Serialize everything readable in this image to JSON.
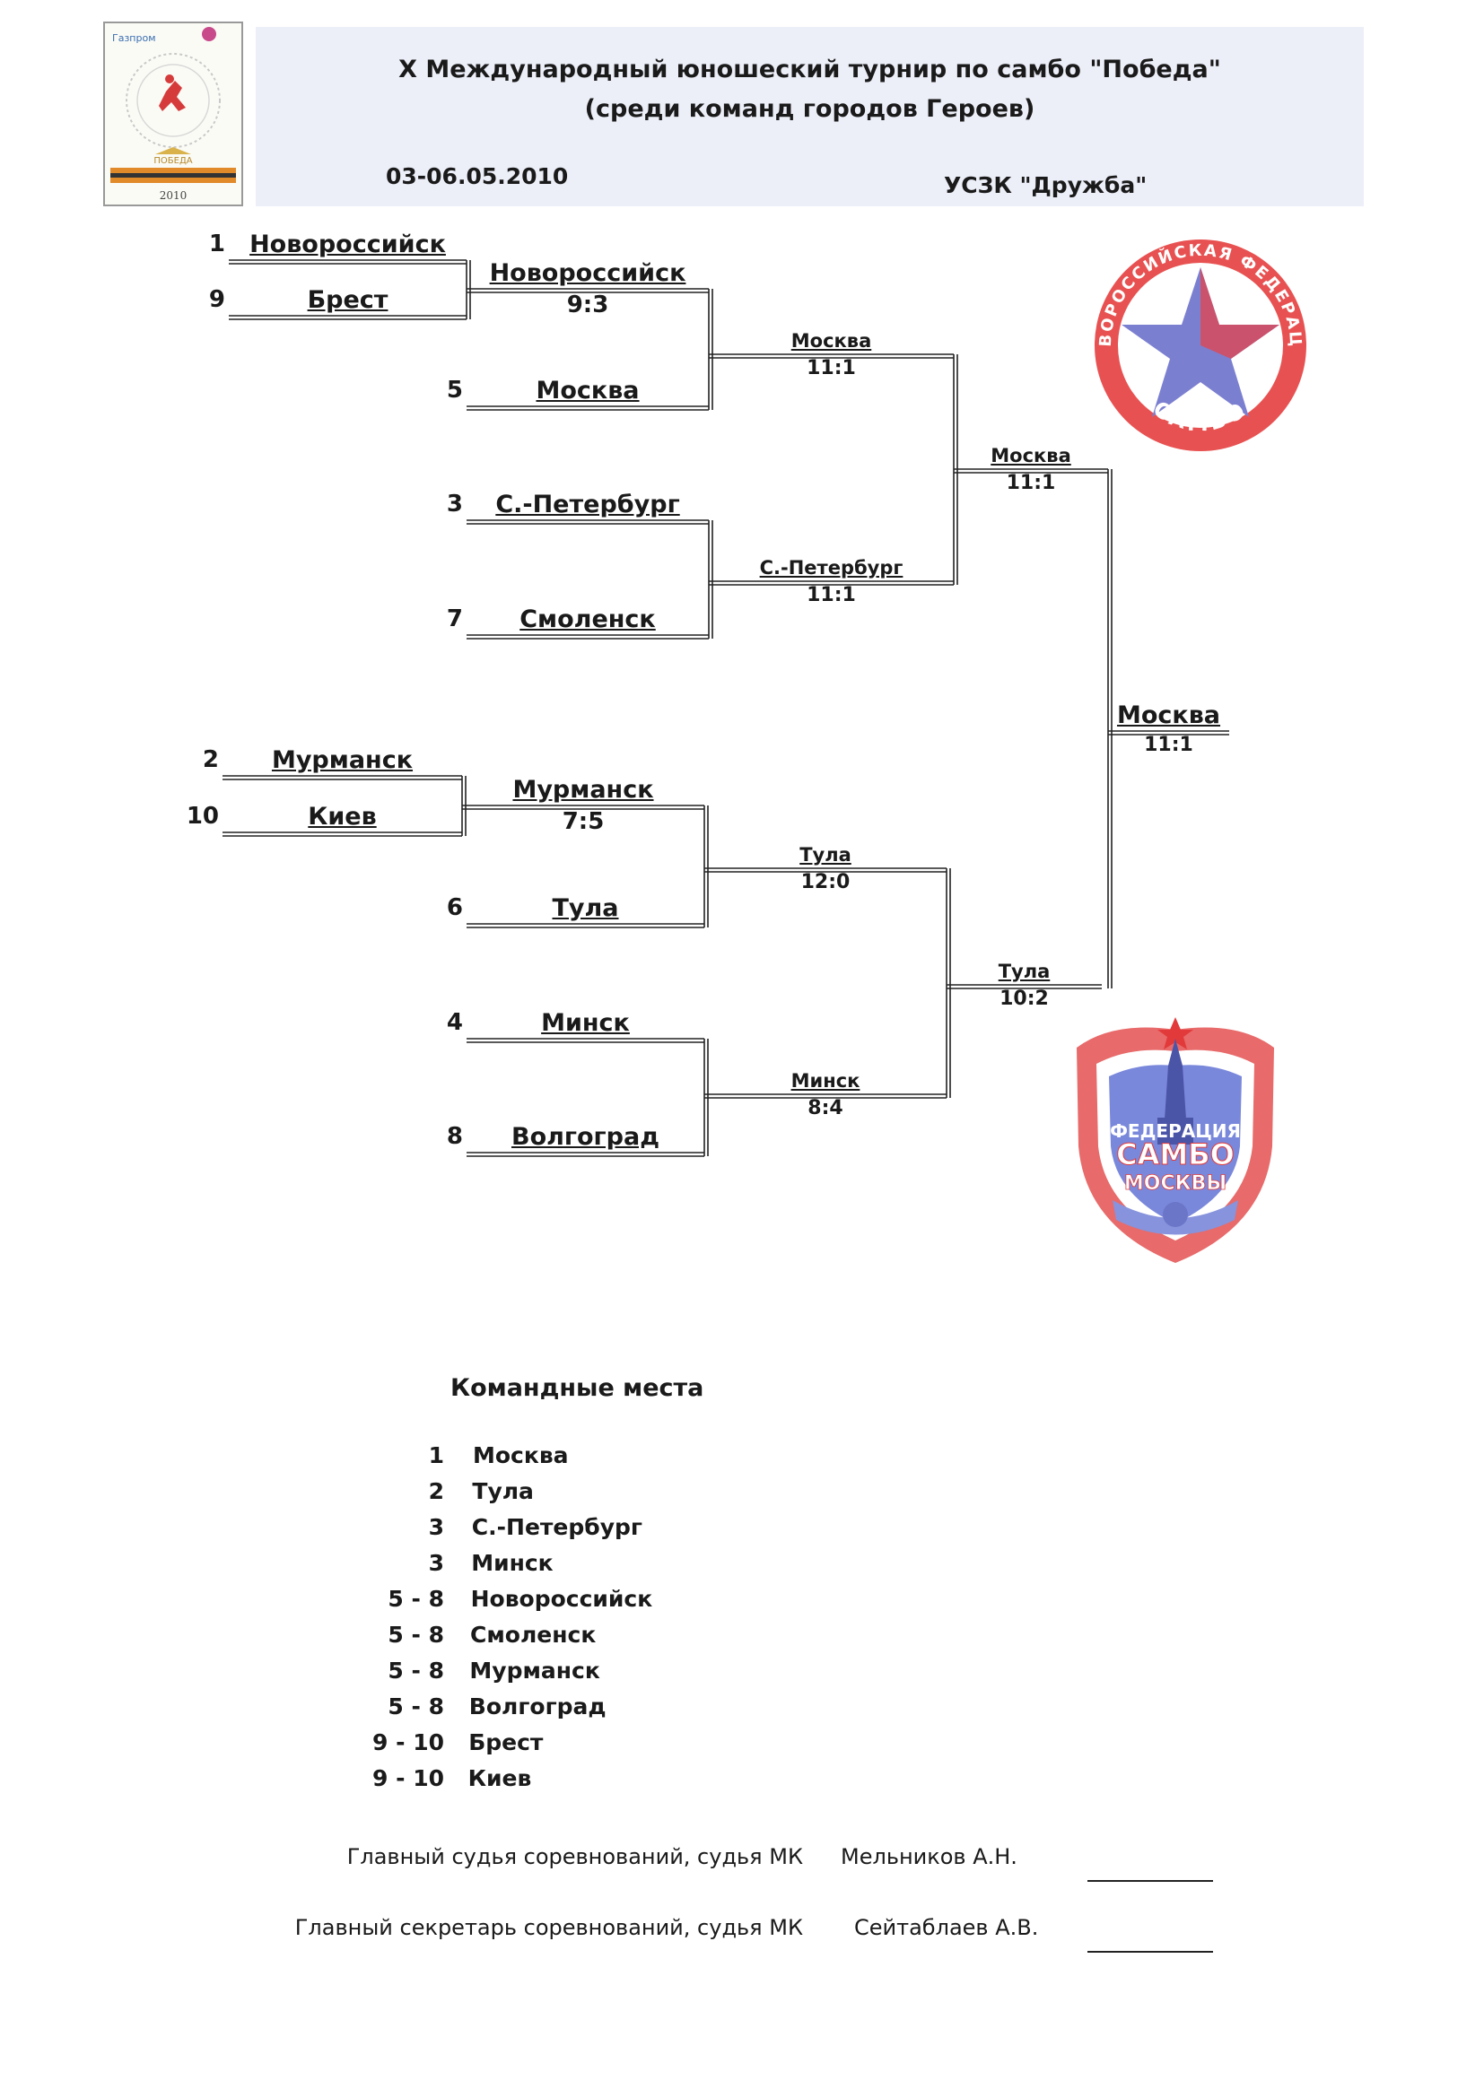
{
  "header": {
    "title_line1": "X Международный юношеский турнир по самбо \"Победа\"",
    "title_line2": "(среди команд городов Героев)",
    "dates": "03-06.05.2010",
    "venue": "УСЗК \"Дружба\""
  },
  "logo_left": {
    "icon": "victory-tournament-logo-icon",
    "top_text": "Газпром",
    "banner_text": "ПОБЕДА",
    "year": "2010"
  },
  "logo_top_right": {
    "icon": "novorossiysk-sambo-star-logo-icon",
    "ring_text": "НОВОРОССИЙСКАЯ ФЕДЕРАЦИЯ",
    "bottom_text": "САМБО",
    "star_color": "#7f7fcf",
    "ring_color": "#e04b4b"
  },
  "logo_bottom_right": {
    "icon": "moscow-sambo-federation-shield-icon",
    "line1": "ФЕДЕРАЦИЯ",
    "line2": "САМБО",
    "line3": "МОСКВЫ",
    "outer_color": "#e86a6a",
    "inner_color": "#6f7fd6"
  },
  "bracket": {
    "entries": [
      {
        "seed": "1",
        "team": "Новороссийск"
      },
      {
        "seed": "9",
        "team": "Брест"
      },
      {
        "seed": "5",
        "team": "Москва"
      },
      {
        "seed": "3",
        "team": "С.-Петербург"
      },
      {
        "seed": "7",
        "team": "Смоленск"
      },
      {
        "seed": "2",
        "team": "Мурманск"
      },
      {
        "seed": "10",
        "team": "Киев"
      },
      {
        "seed": "6",
        "team": "Тула"
      },
      {
        "seed": "4",
        "team": "Минск"
      },
      {
        "seed": "8",
        "team": "Волгоград"
      }
    ],
    "matches": [
      {
        "winner": "Новороссийск",
        "score": "9:3"
      },
      {
        "winner": "Москва",
        "score": "11:1"
      },
      {
        "winner": "С.-Петербург",
        "score": "11:1"
      },
      {
        "winner": "Москва",
        "score": "11:1"
      },
      {
        "winner": "Мурманск",
        "score": "7:5"
      },
      {
        "winner": "Тула",
        "score": "12:0"
      },
      {
        "winner": "Минск",
        "score": "8:4"
      },
      {
        "winner": "Тула",
        "score": "10:2"
      },
      {
        "winner": "Москва",
        "score": "11:1"
      }
    ]
  },
  "places": {
    "title": "Командные места",
    "rows": [
      {
        "place": "1",
        "team": "Москва"
      },
      {
        "place": "2",
        "team": "Тула"
      },
      {
        "place": "3",
        "team": "С.-Петербург"
      },
      {
        "place": "3",
        "team": "Минск"
      },
      {
        "place": "5 - 8",
        "team": "Новороссийск"
      },
      {
        "place": "5 - 8",
        "team": "Смоленск"
      },
      {
        "place": "5 - 8",
        "team": "Мурманск"
      },
      {
        "place": "5 - 8",
        "team": "Волгоград"
      },
      {
        "place": "9 - 10",
        "team": "Брест"
      },
      {
        "place": "9 - 10",
        "team": "Киев"
      }
    ]
  },
  "officials": [
    {
      "role": "Главный судья соревнований, судья МК",
      "name": "Мельников А.Н."
    },
    {
      "role": "Главный секретарь соревнований, судья МК",
      "name": "Сейтаблаев А.В."
    }
  ]
}
